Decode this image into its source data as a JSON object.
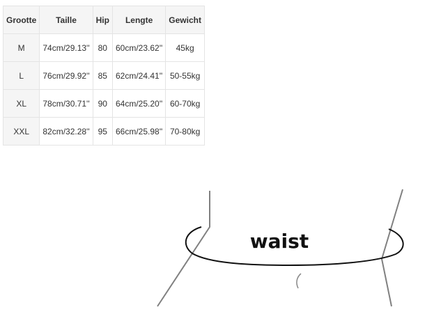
{
  "size_table": {
    "headers": [
      "Grootte",
      "Taille",
      "Hip",
      "Lengte",
      "Gewicht"
    ],
    "rows": [
      [
        "M",
        "74cm/29.13''",
        "80",
        "60cm/23.62''",
        "45kg"
      ],
      [
        "L",
        "76cm/29.92''",
        "85",
        "62cm/24.41''",
        "50-55kg"
      ],
      [
        "XL",
        "78cm/30.71''",
        "90",
        "64cm/25.20''",
        "60-70kg"
      ],
      [
        "XXL",
        "82cm/32.28''",
        "95",
        "66cm/25.98''",
        "70-80kg"
      ]
    ]
  },
  "diagram": {
    "waist_label": "waist"
  }
}
